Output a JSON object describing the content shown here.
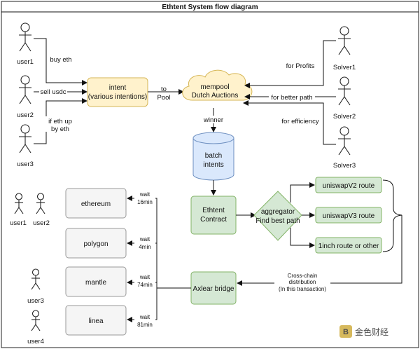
{
  "title": "Ethtent  System flow diagram",
  "actors": {
    "user1": "user1",
    "user2": "user2",
    "user3": "user3",
    "solver1": "Solver1",
    "solver2": "Solver2",
    "solver3": "Solver3",
    "bottom_user1": "user1",
    "bottom_user2": "user2",
    "bottom_user3": "user3",
    "bottom_user4": "user4"
  },
  "edges": {
    "buy_eth": "buy eth",
    "sell_usdc": "sell usdc",
    "if_eth_up_1": "if eth up",
    "if_eth_up_2": "by eth",
    "to_pool_1": "to",
    "to_pool_2": "Pool",
    "for_profits": "for Profits",
    "for_better_path": "for better path",
    "for_efficiency": "for efficiency",
    "winner": "winner",
    "cross_chain_1": "Cross-chain",
    "cross_chain_2": "distribution",
    "cross_chain_3": "(In this transaction)",
    "wait_eth_1": "wait",
    "wait_eth_2": "16min",
    "wait_poly_1": "wait",
    "wait_poly_2": "4min",
    "wait_mantle_1": "wait",
    "wait_mantle_2": "74min",
    "wait_linea_1": "wait",
    "wait_linea_2": "81min"
  },
  "nodes": {
    "intent_1": "intent",
    "intent_2": "(various intentions)",
    "mempool_1": "mempool",
    "mempool_2": "Dutch Auctions",
    "batch_1": "batch",
    "batch_2": "intents",
    "contract_1": "Ethtent",
    "contract_2": "Contract",
    "aggregator_1": "aggregator",
    "aggregator_2": "Find best path",
    "route_v2": "uniswapV2 route",
    "route_v3": "uniswapV3 route",
    "route_1inch": "1inch route or other",
    "bridge": "Axlear bridge",
    "chain_ethereum": "ethereum",
    "chain_polygon": "polygon",
    "chain_mantle": "mantle",
    "chain_linea": "linea"
  },
  "watermark": "金色财经",
  "colors": {
    "intent_fill": "#fff2cc",
    "intent_stroke": "#d6b656",
    "batch_fill": "#dae8fc",
    "batch_stroke": "#6c8ebf",
    "green_fill": "#d5e8d4",
    "green_stroke": "#82b366",
    "gray_fill": "#f5f5f5",
    "gray_stroke": "#999999"
  }
}
